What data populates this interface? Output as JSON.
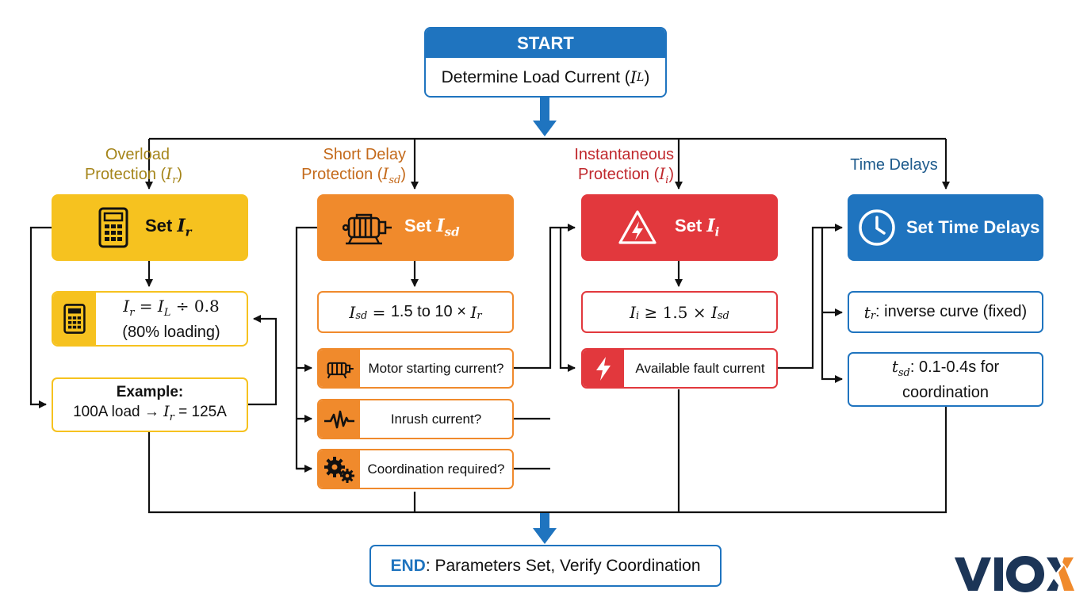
{
  "start": {
    "label": "START",
    "text": "Determine Load Current (",
    "sym": "I",
    "sub": "L",
    "close": ")"
  },
  "sections": {
    "overload": {
      "title_line1": "Overload",
      "title_line2": "Protection (",
      "sym": "I",
      "sub": "r",
      "close": ")"
    },
    "short_delay": {
      "title_line1": "Short Delay",
      "title_line2": "Protection (",
      "sym": "I",
      "sub": "sd",
      "close": ")"
    },
    "instantaneous": {
      "title_line1": "Instantaneous",
      "title_line2": "Protection (",
      "sym": "I",
      "sub": "i",
      "close": ")"
    },
    "time_delays": {
      "title": "Time Delays"
    }
  },
  "headers": {
    "overload": {
      "prefix": "Set ",
      "sym": "I",
      "sub": "r"
    },
    "short_delay": {
      "prefix": "Set ",
      "sym": "I",
      "sub": "sd"
    },
    "instantaneous": {
      "prefix": "Set ",
      "sym": "I",
      "sub": "i"
    },
    "time_delays": {
      "label": "Set Time Delays"
    }
  },
  "overload_formula": {
    "sym1": "I",
    "sub1": "r",
    "eq": " = ",
    "sym2": "I",
    "sub2": "L",
    "op": " ÷ 0.8",
    "note": "(80% loading)"
  },
  "example": {
    "title": "Example:",
    "text_before": "100A load → ",
    "sym": "I",
    "sub": "r",
    "text_after": " = 125A"
  },
  "short_delay_formula": {
    "sym1": "I",
    "sub1": "sd",
    "eq": " = ",
    "range": "1.5 to 10 × ",
    "sym2": "I",
    "sub2": "r"
  },
  "short_delay_items": [
    "Motor starting current?",
    "Inrush current?",
    "Coordination required?"
  ],
  "instantaneous_formula": {
    "sym1": "I",
    "sub1": "i",
    "rel": " ≥ 1.5 × ",
    "sym2": "I",
    "sub2": "sd"
  },
  "instantaneous_item": "Available fault current",
  "time_delay_items": {
    "tr": {
      "sym": "t",
      "sub": "r",
      "text": ": inverse curve (fixed)"
    },
    "tsd": {
      "sym": "t",
      "sub": "sd",
      "text": ": 0.1-0.4s for",
      "line2": "coordination"
    }
  },
  "end": {
    "label": "END",
    "text": ": Parameters Set, Verify Coordination"
  },
  "logo": {
    "text": "VIOX"
  },
  "icons": [
    "calculator-icon",
    "motor-icon",
    "warning-lightning-icon",
    "clock-icon",
    "lightning-icon",
    "waveform-icon",
    "gears-icon"
  ],
  "colors": {
    "blue": "#1f74bf",
    "orange": "#f08a2c",
    "red": "#e2383d",
    "yellow": "#f6c21f",
    "title_yellow": "#a5851a",
    "title_orange": "#c46a1b",
    "title_red": "#c0282d",
    "title_blue": "#1d5a8c",
    "logo_dark": "#1c3557",
    "logo_orange": "#f08a2c"
  }
}
